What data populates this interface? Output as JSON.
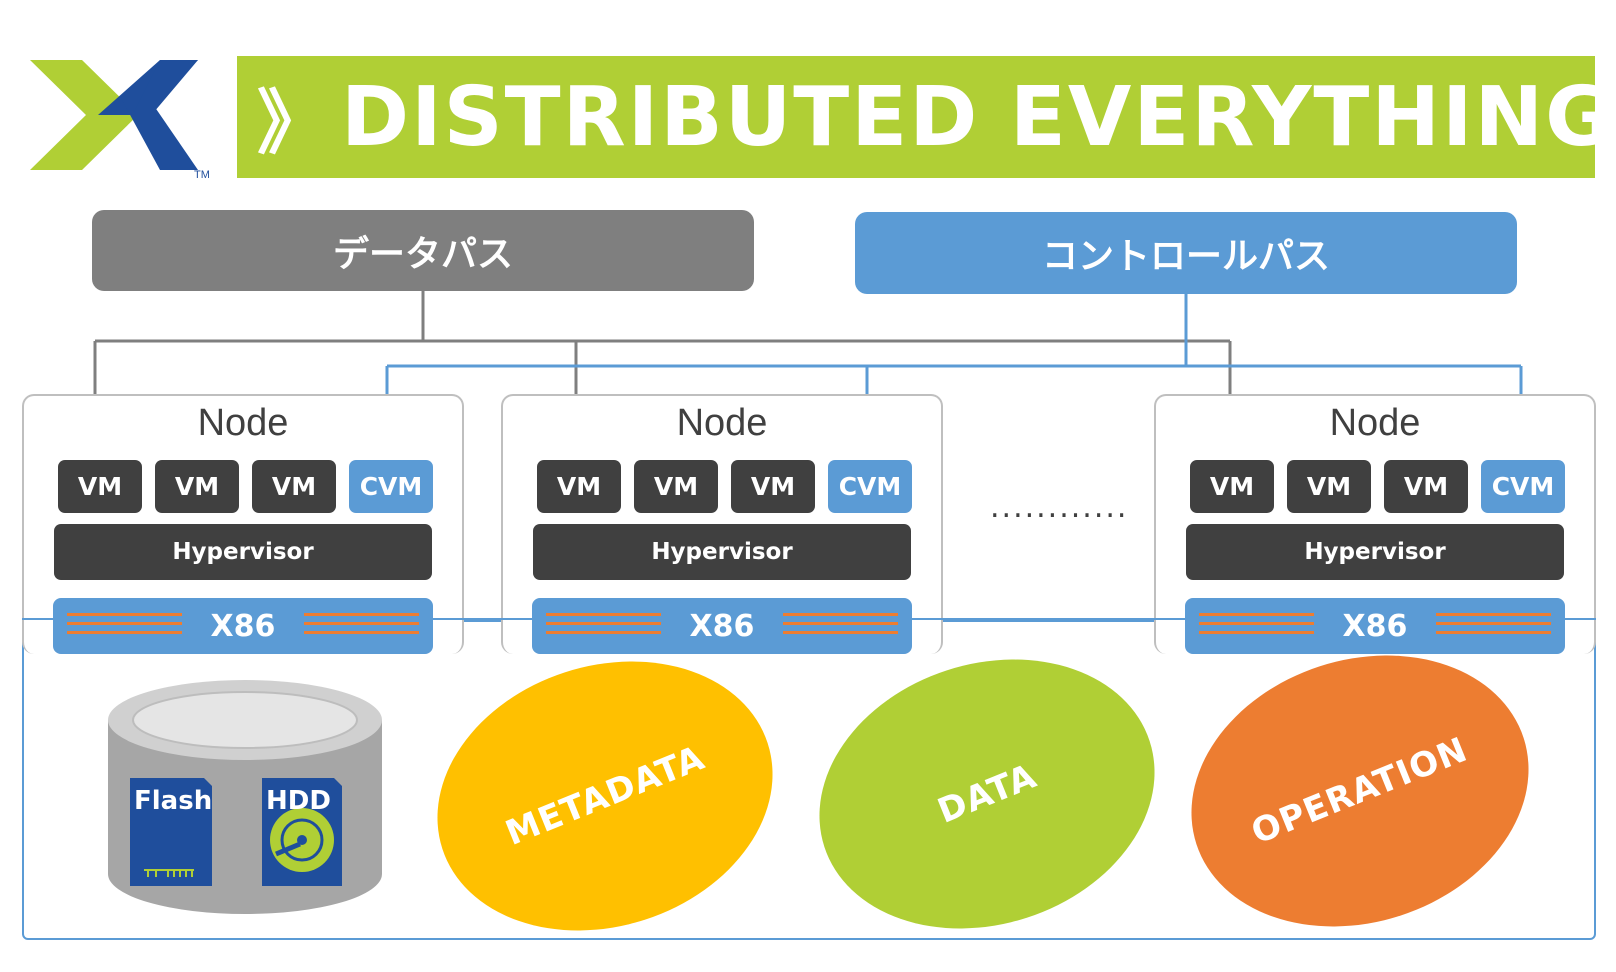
{
  "header": {
    "chevron": "》",
    "title": "DISTRIBUTED EVERYTHING",
    "logo_mark": "TM"
  },
  "paths": {
    "data_path": "データパス",
    "control_path": "コントロールパス"
  },
  "nodes": [
    {
      "label": "Node",
      "vms": [
        "VM",
        "VM",
        "VM"
      ],
      "cvm": "CVM",
      "hypervisor": "Hypervisor",
      "hardware": "X86"
    },
    {
      "label": "Node",
      "vms": [
        "VM",
        "VM",
        "VM"
      ],
      "cvm": "CVM",
      "hypervisor": "Hypervisor",
      "hardware": "X86"
    },
    {
      "label": "Node",
      "vms": [
        "VM",
        "VM",
        "VM"
      ],
      "cvm": "CVM",
      "hypervisor": "Hypervisor",
      "hardware": "X86"
    }
  ],
  "ellipsis": "............",
  "storage": {
    "flash": "Flash",
    "hdd": "HDD",
    "services": [
      "METADATA",
      "DATA",
      "OPERATION"
    ]
  },
  "colors": {
    "green": "#b0cf35",
    "blue": "#5b9bd5",
    "gray": "#7f7f7f",
    "dark": "#404040",
    "yellow": "#ffc000",
    "orange": "#ed7d31",
    "navy": "#1f4e9c"
  }
}
